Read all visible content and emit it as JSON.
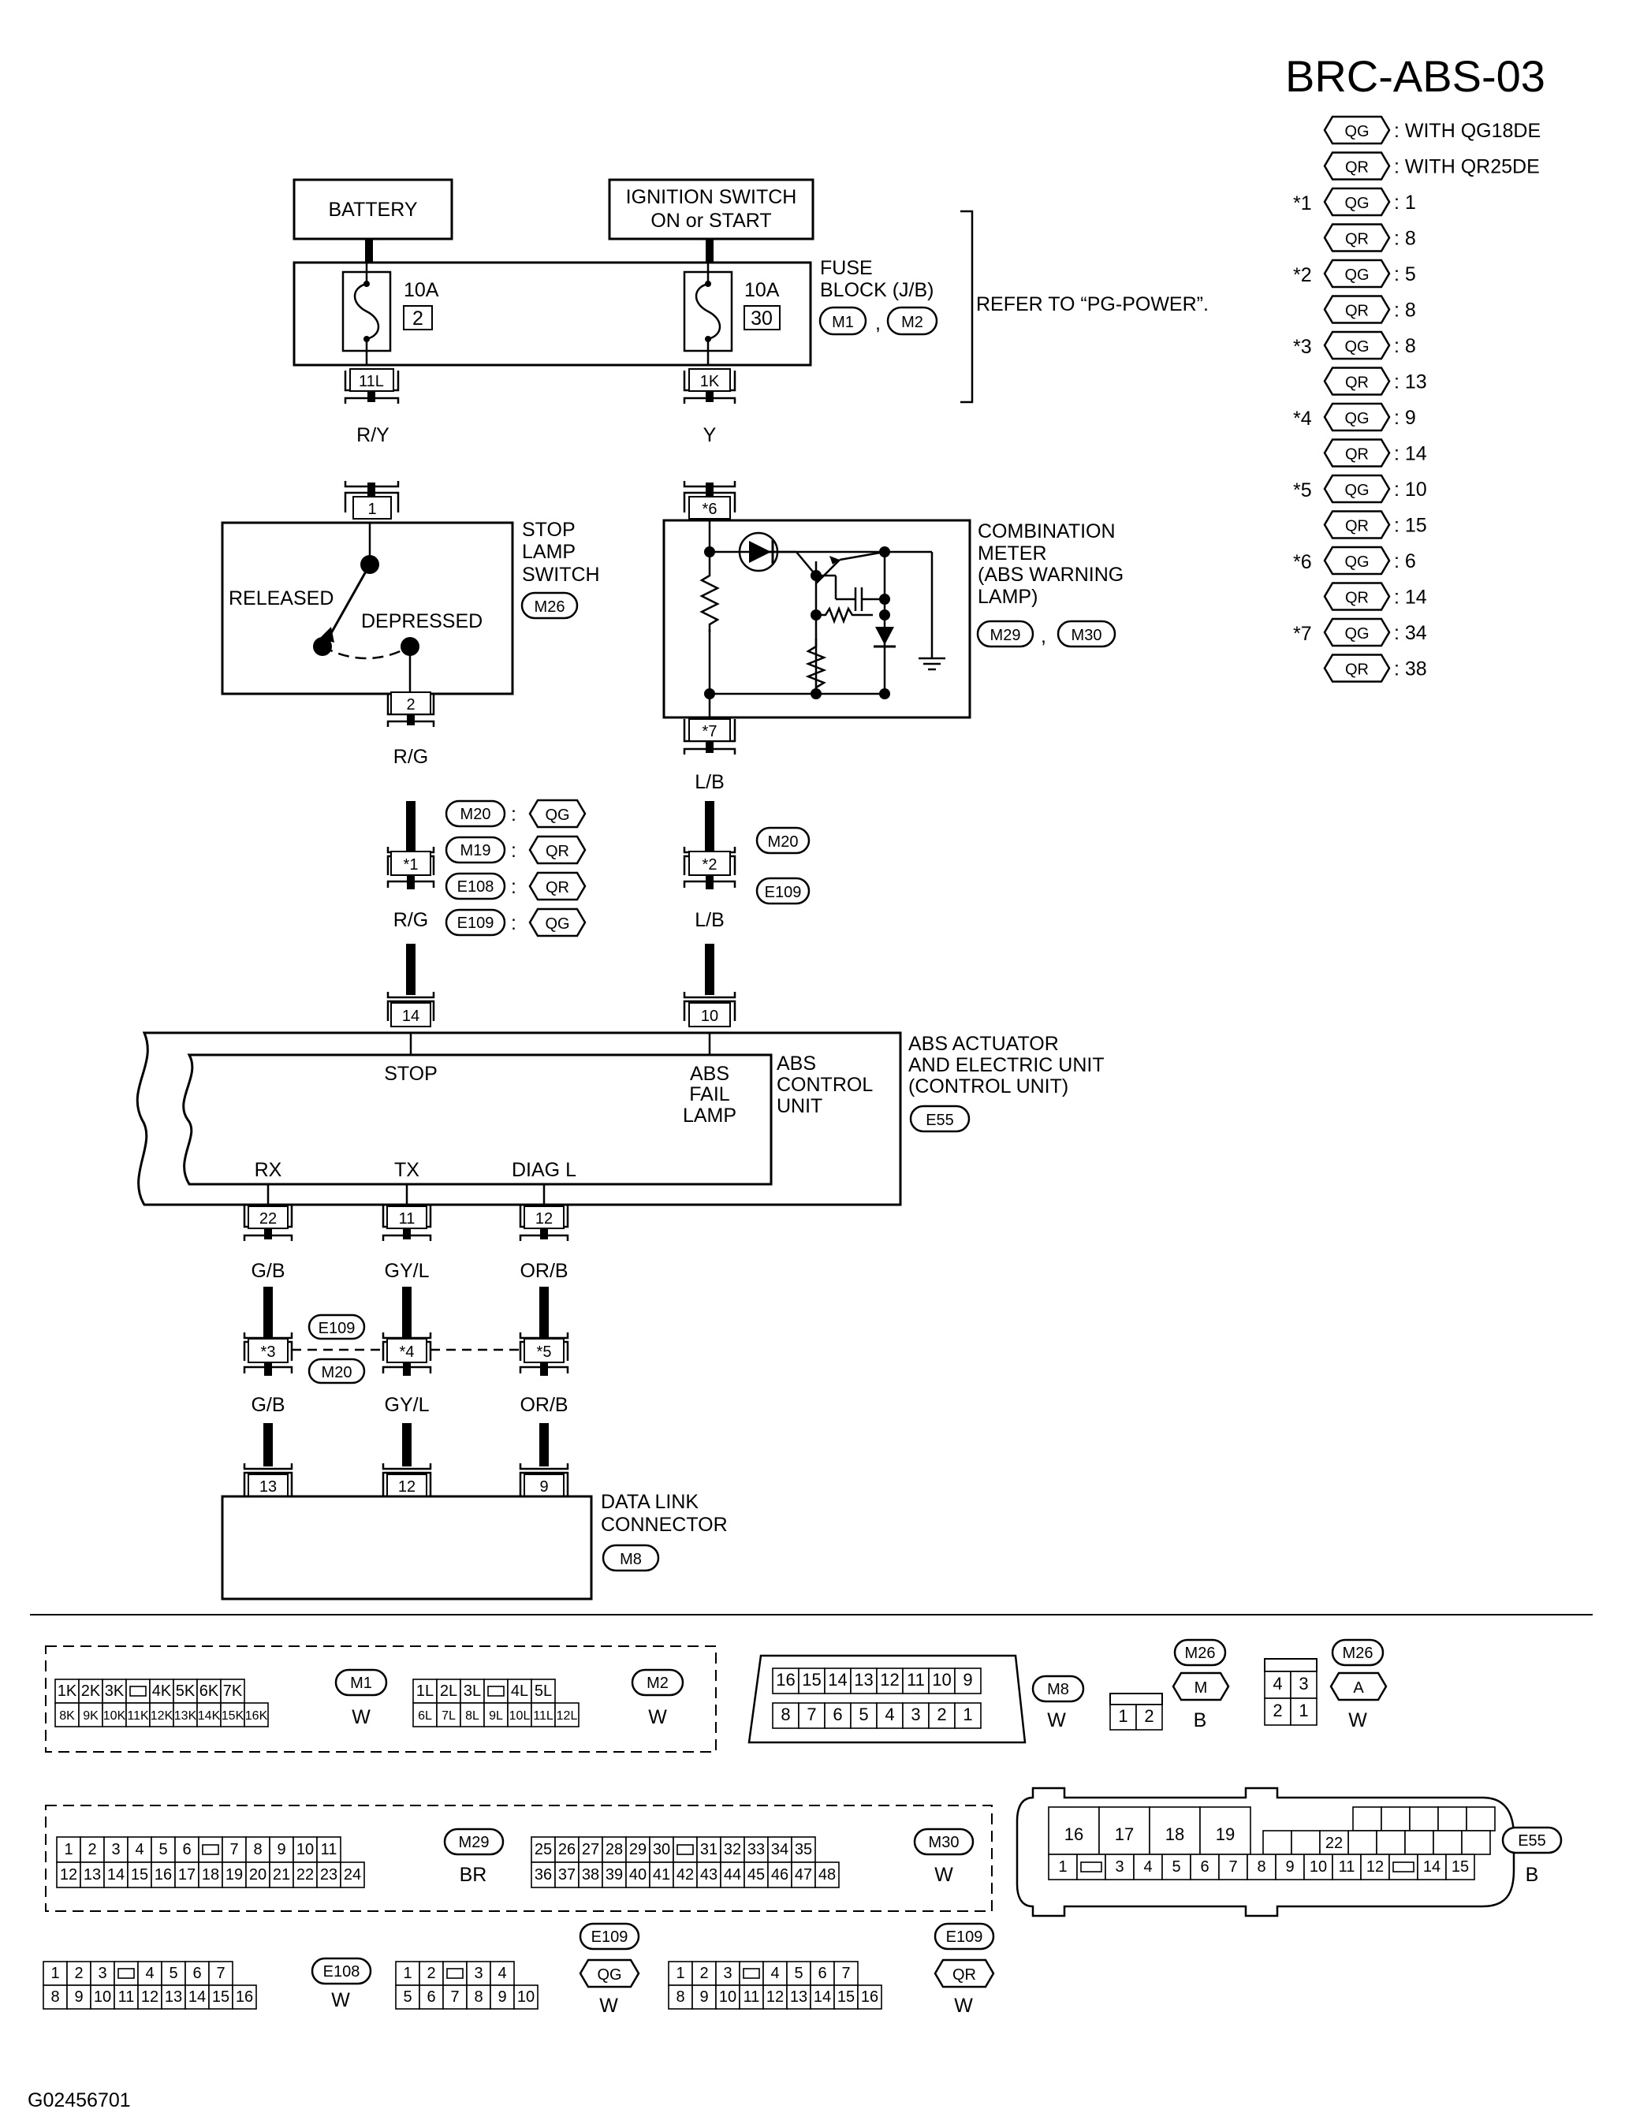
{
  "page": {
    "code": "BRC-ABS-03",
    "figure_id": "G02456701"
  },
  "legend": {
    "rows": [
      {
        "star": "",
        "tag": "QG",
        "text": ": WITH QG18DE"
      },
      {
        "star": "",
        "tag": "QR",
        "text": ": WITH QR25DE"
      },
      {
        "star": "*1",
        "tag": "QG",
        "text": ": 1"
      },
      {
        "star": "",
        "tag": "QR",
        "text": ": 8"
      },
      {
        "star": "*2",
        "tag": "QG",
        "text": ": 5"
      },
      {
        "star": "",
        "tag": "QR",
        "text": ": 8"
      },
      {
        "star": "*3",
        "tag": "QG",
        "text": ": 8"
      },
      {
        "star": "",
        "tag": "QR",
        "text": ": 13"
      },
      {
        "star": "*4",
        "tag": "QG",
        "text": ": 9"
      },
      {
        "star": "",
        "tag": "QR",
        "text": ": 14"
      },
      {
        "star": "*5",
        "tag": "QG",
        "text": ": 10"
      },
      {
        "star": "",
        "tag": "QR",
        "text": ": 15"
      },
      {
        "star": "*6",
        "tag": "QG",
        "text": ": 6"
      },
      {
        "star": "",
        "tag": "QR",
        "text": ": 14"
      },
      {
        "star": "*7",
        "tag": "QG",
        "text": ": 34"
      },
      {
        "star": "",
        "tag": "QR",
        "text": ": 38"
      }
    ]
  },
  "battery": {
    "label": "BATTERY"
  },
  "ignition": {
    "line1": "IGNITION SWITCH",
    "line2": "ON or START"
  },
  "fuse_block": {
    "line1": "FUSE",
    "line2": "BLOCK (J/B)",
    "conn1": "M1",
    "sep": ",",
    "conn2": "M2",
    "refer": "REFER TO “PG-POWER”.",
    "fuse1_amp": "10A",
    "fuse1_no": "2",
    "fuse2_amp": "10A",
    "fuse2_no": "30",
    "term1": "11L",
    "term2": "1K"
  },
  "wires": {
    "ry": "R/Y",
    "y": "Y",
    "rg1": "R/G",
    "lb1": "L/B",
    "rg2": "R/G",
    "lb2": "L/B",
    "gb1": "G/B",
    "gyl1": "GY/L",
    "orb1": "OR/B",
    "gb2": "G/B",
    "gyl2": "GY/L",
    "orb2": "OR/B"
  },
  "stop_lamp_switch": {
    "line1": "STOP",
    "line2": "LAMP",
    "line3": "SWITCH",
    "conn": "M26",
    "released": "RELEASED",
    "depressed": "DEPRESSED",
    "term_in": "1",
    "term_out": "2"
  },
  "combination_meter": {
    "line1": "COMBINATION",
    "line2": "METER",
    "line3": "(ABS WARNING",
    "line4": "LAMP)",
    "conn1": "M29",
    "sep": ",",
    "conn2": "M30",
    "term_in": "*6",
    "term_out": "*7"
  },
  "joint_left": {
    "term": "*1",
    "rows": [
      {
        "conn": "M20",
        "tag": "QG"
      },
      {
        "conn": "M19",
        "tag": "QR"
      },
      {
        "conn": "E108",
        "tag": "QR"
      },
      {
        "conn": "E109",
        "tag": "QG"
      }
    ],
    "colon": ":"
  },
  "joint_right": {
    "term": "*2",
    "conn_top": "M20",
    "conn_bottom": "E109"
  },
  "abs_unit": {
    "term_stop": "14",
    "term_lamp": "10",
    "stop": "STOP",
    "fail1": "ABS",
    "fail2": "FAIL",
    "fail3": "LAMP",
    "ctrl1": "ABS",
    "ctrl2": "CONTROL",
    "ctrl3": "UNIT",
    "act1": "ABS ACTUATOR",
    "act2": "AND ELECTRIC UNIT",
    "act3": "(CONTROL UNIT)",
    "conn": "E55",
    "rx": "RX",
    "tx": "TX",
    "diag": "DIAG L",
    "term_rx": "22",
    "term_tx": "11",
    "term_diag": "12"
  },
  "joint_bottom": {
    "t3": "*3",
    "t4": "*4",
    "t5": "*5",
    "conn_top": "E109",
    "conn_bottom": "M20"
  },
  "dlc": {
    "line1": "DATA LINK",
    "line2": "CONNECTOR",
    "conn": "M8",
    "t13": "13",
    "t12": "12",
    "t9": "9"
  },
  "connectors": {
    "m1": {
      "name": "M1",
      "color": "W",
      "top": [
        "1K",
        "2K",
        "3K",
        "",
        "4K",
        "5K",
        "6K",
        "7K"
      ],
      "bottom": [
        "8K",
        "9K",
        "10K",
        "11K",
        "12K",
        "13K",
        "14K",
        "15K",
        "16K"
      ]
    },
    "m2": {
      "name": "M2",
      "color": "W",
      "top": [
        "1L",
        "2L",
        "3L",
        "",
        "4L",
        "5L"
      ],
      "bottom": [
        "6L",
        "7L",
        "8L",
        "9L",
        "10L",
        "11L",
        "12L"
      ]
    },
    "m8": {
      "name": "M8",
      "color": "W",
      "top": [
        "16",
        "15",
        "14",
        "13",
        "12",
        "11",
        "10",
        "9"
      ],
      "bottom": [
        "8",
        "7",
        "6",
        "5",
        "4",
        "3",
        "2",
        "1"
      ]
    },
    "m26a": {
      "name": "M26",
      "tag": "M",
      "color": "B",
      "cells": [
        "1",
        "2"
      ]
    },
    "m26b": {
      "name": "M26",
      "tag": "A",
      "color": "W",
      "top": [
        "4",
        "3"
      ],
      "bottom": [
        "2",
        "1"
      ]
    },
    "m29": {
      "name": "M29",
      "color": "BR",
      "top": [
        "1",
        "2",
        "3",
        "4",
        "5",
        "6",
        "",
        "7",
        "8",
        "9",
        "10",
        "11"
      ],
      "bottom": [
        "12",
        "13",
        "14",
        "15",
        "16",
        "17",
        "18",
        "19",
        "20",
        "21",
        "22",
        "23",
        "24"
      ]
    },
    "m30": {
      "name": "M30",
      "color": "W",
      "top": [
        "25",
        "26",
        "27",
        "28",
        "29",
        "30",
        "",
        "31",
        "32",
        "33",
        "34",
        "35"
      ],
      "bottom": [
        "36",
        "37",
        "38",
        "39",
        "40",
        "41",
        "42",
        "43",
        "44",
        "45",
        "46",
        "47",
        "48"
      ]
    },
    "e55": {
      "name": "E55",
      "color": "B",
      "upper": [
        "16",
        "17",
        "18",
        "19"
      ],
      "mid": "22",
      "bottom": [
        "1",
        "",
        "3",
        "4",
        "5",
        "6",
        "7",
        "8",
        "9",
        "10",
        "11",
        "12",
        "",
        "14",
        "15"
      ]
    },
    "e108": {
      "name": "E108",
      "color": "W",
      "top": [
        "1",
        "2",
        "3",
        "",
        "4",
        "5",
        "6",
        "7"
      ],
      "bottom": [
        "8",
        "9",
        "10",
        "11",
        "12",
        "13",
        "14",
        "15",
        "16"
      ]
    },
    "e109qg": {
      "name": "E109",
      "tag": "QG",
      "color": "W",
      "top": [
        "1",
        "2",
        "",
        "3",
        "4"
      ],
      "bottom": [
        "5",
        "6",
        "7",
        "8",
        "9",
        "10"
      ]
    },
    "e109qr": {
      "name": "E109",
      "tag": "QR",
      "color": "W",
      "top": [
        "1",
        "2",
        "3",
        "",
        "4",
        "5",
        "6",
        "7"
      ],
      "bottom": [
        "8",
        "9",
        "10",
        "11",
        "12",
        "13",
        "14",
        "15",
        "16"
      ]
    }
  }
}
